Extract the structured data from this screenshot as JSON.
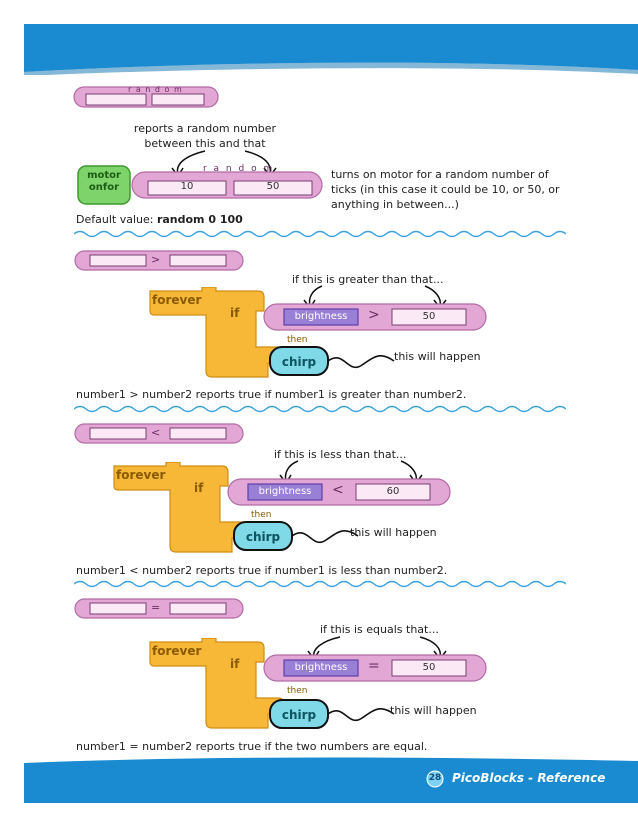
{
  "random_section": {
    "block_word": "r a n d o m",
    "annotation_left": [
      "reports a random number",
      "between this and that"
    ],
    "motor_block": [
      "motor",
      "onfor"
    ],
    "value_1": "10",
    "value_2": "50",
    "annotation_right": [
      "turns on motor for a random number of",
      "ticks (in this case it could be 10, or 50, or",
      "anything in between...)"
    ],
    "default_label": "Default value: ",
    "default_value": "random 0 100"
  },
  "greater_section": {
    "operator": ">",
    "annotation_top": "if this is greater than that...",
    "forever": "forever",
    "if_label": "if",
    "sensor": "brightness",
    "value": "50",
    "then_label": "then",
    "action": "chirp",
    "annotation_action": "this will happen",
    "description": "number1 > number2 reports true if number1 is greater than number2."
  },
  "less_section": {
    "operator": "<",
    "annotation_top": "if this is less than that...",
    "forever": "forever",
    "if_label": "if",
    "sensor": "brightness",
    "value": "60",
    "then_label": "then",
    "action": "chirp",
    "annotation_action": "this will happen",
    "description": "number1 < number2 reports true if number1 is less than number2."
  },
  "equal_section": {
    "operator": "=",
    "annotation_top": "if this is equals that...",
    "forever": "forever",
    "if_label": "if",
    "sensor": "brightness",
    "value": "50",
    "then_label": "then",
    "action": "chirp",
    "annotation_action": "this will happen",
    "description": "number1 = number2 reports true if the two numbers are equal."
  },
  "footer": {
    "page_number": "28",
    "title": "PicoBlocks - Reference"
  },
  "colors": {
    "band_blue": "#1a8bd0",
    "block_pink": "#e3a7d6",
    "block_pink_dark": "#b36aa6",
    "forever_orange": "#f7b737",
    "brightness_purple": "#9a7fd6",
    "chirp_cyan": "#7fd9e6",
    "motor_green": "#7ed36a",
    "wave_blue": "#3aa0e0"
  }
}
